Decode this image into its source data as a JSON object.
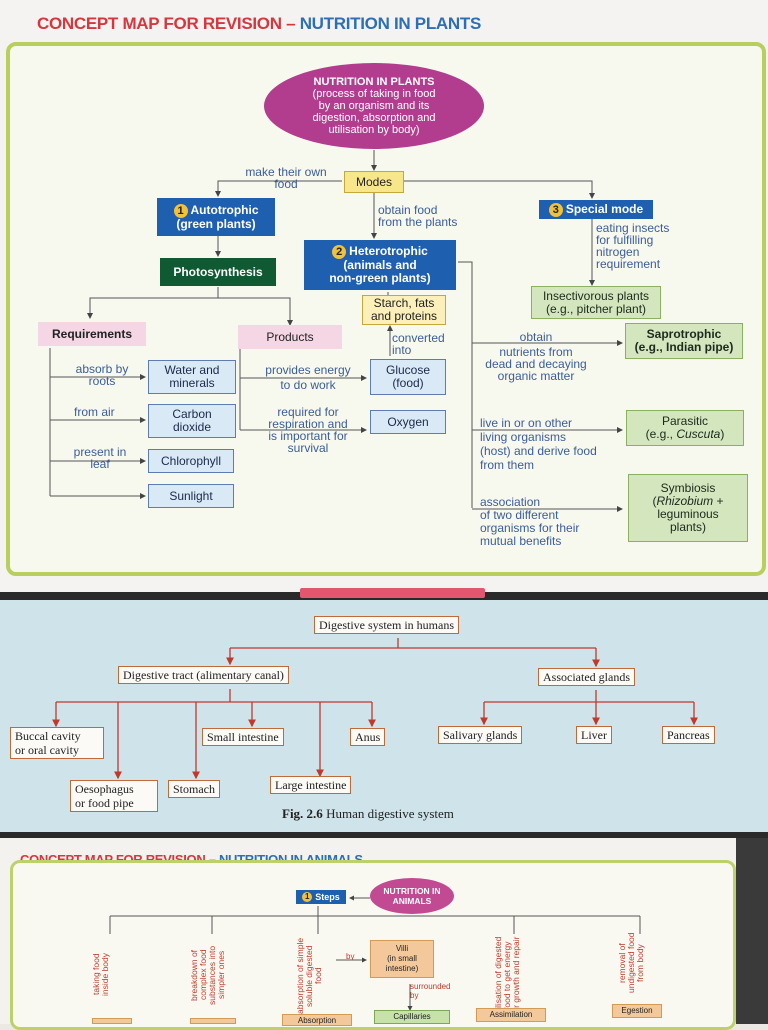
{
  "concept_map_plants": {
    "title_part1": "CONCEPT MAP FOR REVISION –",
    "title_part2": "NUTRITION IN PLANTS",
    "central": {
      "l1": "NUTRITION IN PLANTS",
      "l2": "(process of taking in food",
      "l3": "by an organism and its",
      "l4": "digestion, absorption and",
      "l5": "utilisation by body)"
    },
    "modes": "Modes",
    "make_own_food_1": "make their own",
    "make_own_food_2": "food",
    "obtain_food_1": "obtain food",
    "obtain_food_2": "from the plants",
    "autotrophic": {
      "num": "1",
      "l1": "Autotrophic",
      "l2": "(green plants)"
    },
    "heterotrophic": {
      "num": "2",
      "l1": "Heterotrophic",
      "l2": "(animals and",
      "l3": "non-green plants)"
    },
    "special_mode": {
      "num": "3",
      "label": "Special mode"
    },
    "eating_insects": {
      "l1": "eating insects",
      "l2": "for fulfilling",
      "l3": "nitrogen",
      "l4": "requirement"
    },
    "insectivorous": {
      "l1": "Insectivorous plants",
      "l2": "(e.g., pitcher plant)"
    },
    "photosynthesis": "Photosynthesis",
    "starch": {
      "l1": "Starch, fats",
      "l2": "and proteins"
    },
    "converted_into_1": "converted",
    "converted_into_2": "into",
    "requirements": "Requirements",
    "products": "Products",
    "absorb_by_roots_1": "absorb by",
    "absorb_by_roots_2": "roots",
    "from_air": "from air",
    "present_in_leaf_1": "present in",
    "present_in_leaf_2": "leaf",
    "water_minerals": {
      "l1": "Water and",
      "l2": "minerals"
    },
    "carbon_dioxide": {
      "l1": "Carbon",
      "l2": "dioxide"
    },
    "chlorophyll": "Chlorophyll",
    "sunlight": "Sunlight",
    "provides_energy_1": "provides energy",
    "provides_energy_2": "to do work",
    "required_for": {
      "l1": "required for",
      "l2": "respiration and",
      "l3": "is important for",
      "l4": "survival"
    },
    "glucose": {
      "l1": "Glucose",
      "l2": "(food)"
    },
    "oxygen": "Oxygen",
    "obtain_nutrients": {
      "l1": "obtain",
      "l2": "nutrients from",
      "l3": "dead and decaying",
      "l4": "organic matter"
    },
    "saprotrophic": {
      "l1": "Saprotrophic",
      "l2": "(e.g., Indian pipe)"
    },
    "live_in_or_on": {
      "l1": "live in or on other",
      "l2": "living organisms",
      "l3": "(host) and derive food",
      "l4": "from them"
    },
    "parasitic": {
      "l1": "Parasitic",
      "l2a": "(e.g., ",
      "l2b": "Cuscuta",
      "l2c": ")"
    },
    "association": {
      "l1": "association",
      "l2": "of two different",
      "l3": "organisms for their",
      "l4": "mutual benefits"
    },
    "symbiosis": {
      "l1": "Symbiosis",
      "l2a": "(",
      "l2b": "Rhizobium",
      "l2c": " +",
      "l3": "leguminous",
      "l4": "plants)"
    }
  },
  "digestive_system": {
    "root": "Digestive system in humans",
    "tract": "Digestive tract (alimentary canal)",
    "glands": "Associated glands",
    "buccal_1": "Buccal cavity",
    "buccal_2": "or oral cavity",
    "small_intestine": "Small intestine",
    "anus": "Anus",
    "salivary": "Salivary glands",
    "liver": "Liver",
    "pancreas": "Pancreas",
    "oesophagus_1": "Oesophagus",
    "oesophagus_2": "or food pipe",
    "stomach": "Stomach",
    "large_intestine": "Large intestine",
    "caption_bold": "Fig. 2.6",
    "caption_rest": " Human digestive system"
  },
  "concept_map_animals": {
    "title_part1": "CONCEPT MAP FOR REVISION –",
    "title_part2": "NUTRITION IN ANIMALS",
    "steps_num": "1",
    "steps": "Steps",
    "central_l1": "NUTRITION IN",
    "central_l2": "ANIMALS",
    "v1": "taking food inside body",
    "v2": "breakdown of complex food substances into simpler ones",
    "v3": "absorption of simple soluble digested food",
    "by": "by",
    "villi_l1": "Villi",
    "villi_l2": "(in small",
    "villi_l3": "intestine)",
    "surrounded_l1": "surrounded",
    "surrounded_l2": "by",
    "v4": "utilisation of digested food to get energy for growth and repair",
    "v5": "removal of undigested food from body",
    "absorption": "Absorption",
    "capillaries": "Capillaries",
    "assimilation": "Assimilation",
    "egestion": "Egestion"
  }
}
